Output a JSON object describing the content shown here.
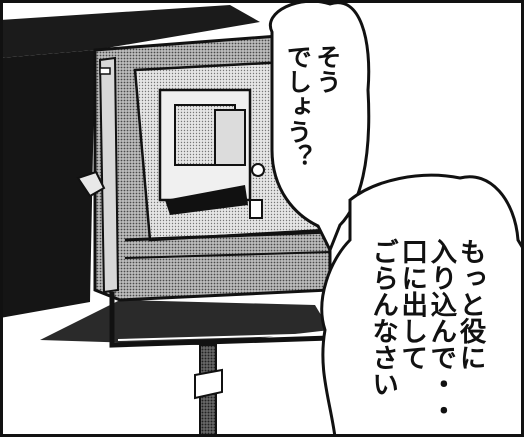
{
  "panel": {
    "colors": {
      "ink": "#111111",
      "paper": "#ffffff",
      "screentone": "#9a9a9a"
    },
    "bubbles": [
      {
        "lines": [
          "そう",
          "でしょう？"
        ]
      },
      {
        "lines": [
          "もっと役に",
          "入り込んで・・",
          "口に出して",
          "ごらんなさい"
        ]
      }
    ]
  }
}
